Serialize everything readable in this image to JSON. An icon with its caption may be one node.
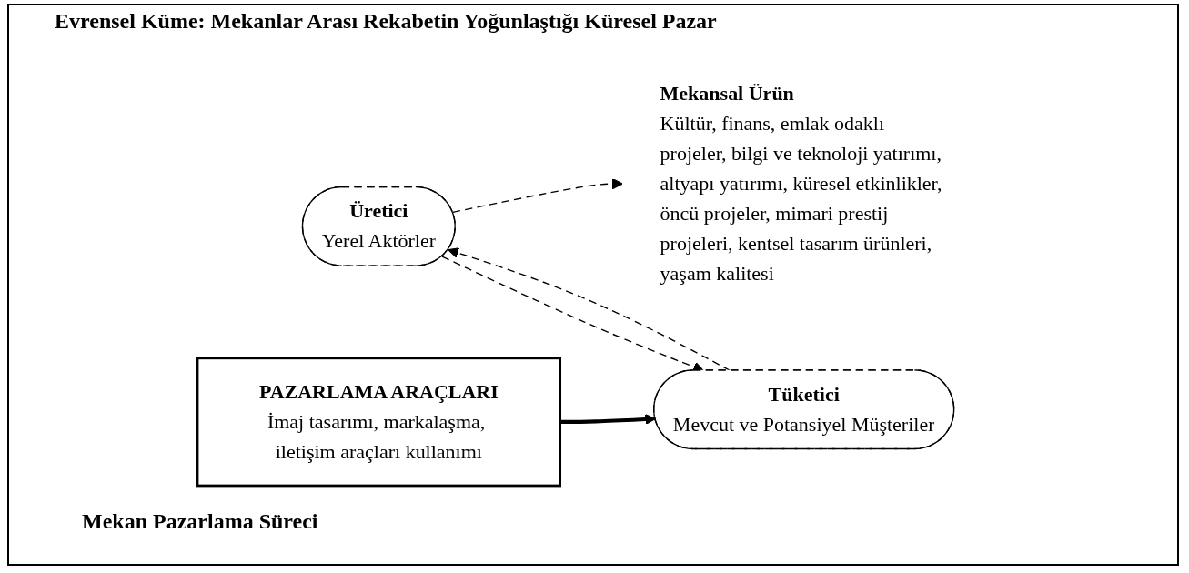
{
  "diagram": {
    "title": "Evrensel Küme: Mekanlar Arası Rekabetin Yoğunlaştığı Küresel Pazar",
    "caption": "Mekan Pazarlama Süreci",
    "nodes": [
      {
        "text": [
          "Üretici",
          "Yerel Aktörler"
        ]
      },
      {
        "text": [
          "Mekansal Ürün",
          "Kültür, finans, emlak odaklı projeler, bilgi ve teknoloji yatırımı, altyapı yatırımı, küresel etkinlikler, öncü projeler, mimari prestij projeleri, kentsel tasarım ürünleri, yaşam kalitesi"
        ]
      },
      {
        "text": [
          "PAZARLAMA ARAÇLARI",
          "İmaj tasarımı, markalaşma, iletişim araçları kullanımı"
        ]
      },
      {
        "text": [
          "Tüketici",
          "Mevcut ve Potansiyel Müşteriler"
        ]
      }
    ],
    "edges": [
      {
        "from": 0,
        "to": 1,
        "arrow": "to",
        "style": "dashed"
      },
      {
        "from": 2,
        "to": 3,
        "arrow": "to",
        "style": "thick"
      },
      {
        "from": 3,
        "to": 0,
        "arrow": "to",
        "style": "dashed"
      },
      {
        "from": 0,
        "to": 3,
        "arrow": "to",
        "style": "dashed"
      }
    ]
  }
}
